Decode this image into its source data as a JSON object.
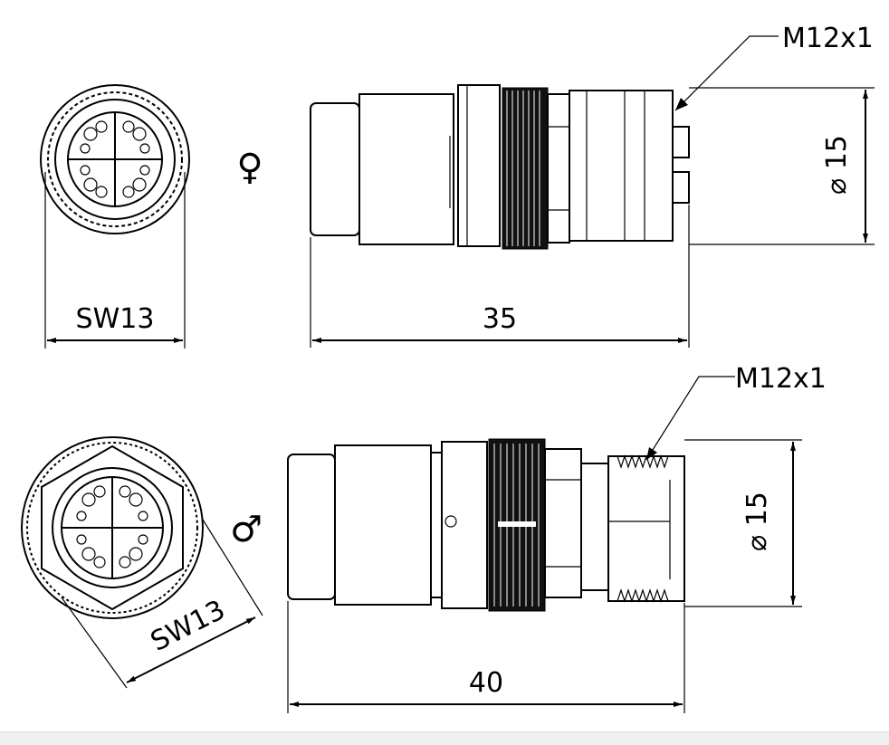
{
  "female": {
    "symbol": "♀",
    "thread_label": "M12x1",
    "diameter_label": "⌀ 15",
    "wrench_label": "SW13",
    "length_label": "35"
  },
  "male": {
    "symbol": "♂",
    "thread_label": "M12x1",
    "diameter_label": "⌀ 15",
    "wrench_label": "SW13",
    "length_label": "40"
  },
  "colors": {
    "line": "#000000",
    "knurl": "#111111",
    "background": "#ffffff"
  }
}
